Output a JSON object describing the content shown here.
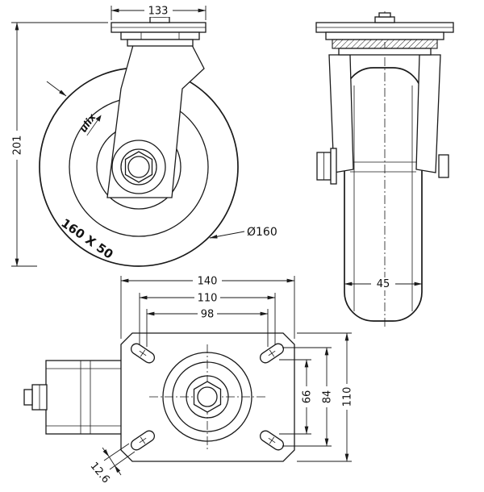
{
  "drawing": {
    "background": "#ffffff",
    "line_color": "#1a1a1a",
    "side_view": {
      "dim_plate_length": "133",
      "dim_overall_height": "201",
      "wheel_diameter_label": "Ø160",
      "wheel_size_label": "160 X 50",
      "brand_logo_text": "ulix"
    },
    "front_view": {
      "dim_wheel_width": "45"
    },
    "plan_view": {
      "dim_plate_width": "140",
      "dim_bolt_spacing_outer_w": "110",
      "dim_bolt_spacing_inner_w": "98",
      "dim_bolt_spacing_inner_h": "66",
      "dim_bolt_spacing_outer_h": "84",
      "dim_plate_depth": "110",
      "dim_slot_width": "12.6"
    }
  }
}
